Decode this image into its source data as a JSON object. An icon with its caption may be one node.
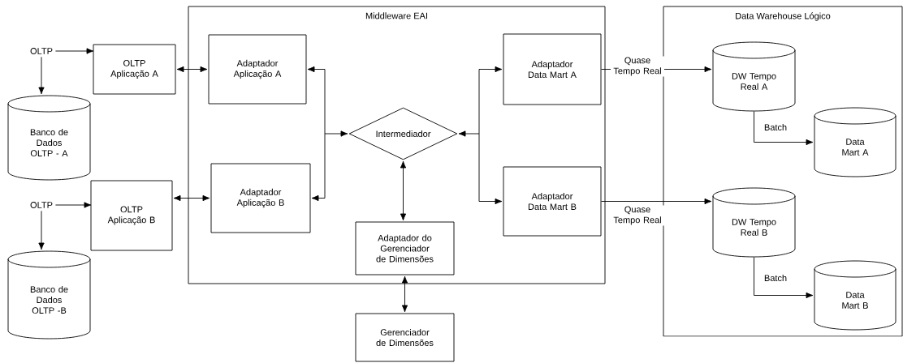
{
  "diagram": {
    "nodes": [
      {
        "text": [
          "OLTP"
        ]
      },
      {
        "text": [
          "OLTP Aplicação A"
        ]
      },
      {
        "text": [
          "Banco de Dados OLTP - A"
        ]
      },
      {
        "text": [
          "OLTP"
        ]
      },
      {
        "text": [
          "OLTP Aplicação B"
        ]
      },
      {
        "text": [
          "Banco de Dados OLTP -B"
        ]
      },
      {
        "text": [
          "Middleware EAI"
        ]
      },
      {
        "text": [
          "Adaptador Aplicação A"
        ],
        "in": 6
      },
      {
        "text": [
          "Adaptador Aplicação B"
        ],
        "in": 6
      },
      {
        "text": [
          "Intermediador"
        ],
        "in": 6
      },
      {
        "text": [
          "Adaptador Data Mart A"
        ],
        "in": 6
      },
      {
        "text": [
          "Adaptador Data Mart B"
        ],
        "in": 6
      },
      {
        "text": [
          "Adaptador do Gerenciador de Dimensões"
        ],
        "in": 6
      },
      {
        "text": [
          "Gerenciador de Dimensões"
        ]
      },
      {
        "text": [
          "Data Warehouse Lógico"
        ]
      },
      {
        "text": [
          "DW Tempo Real A"
        ],
        "in": 14
      },
      {
        "text": [
          "Data Mart A"
        ],
        "in": 14
      },
      {
        "text": [
          "DW Tempo Real B"
        ],
        "in": 14
      },
      {
        "text": [
          "Data Mart B"
        ],
        "in": 14
      }
    ],
    "edges": [
      {
        "from": 0,
        "to": 1,
        "arrow": "to"
      },
      {
        "from": 0,
        "to": 2,
        "arrow": "to"
      },
      {
        "from": 3,
        "to": 4,
        "arrow": "to"
      },
      {
        "from": 3,
        "to": 5,
        "arrow": "to"
      },
      {
        "from": 1,
        "to": 7,
        "arrow": "both"
      },
      {
        "from": 4,
        "to": 8,
        "arrow": "both"
      },
      {
        "from": 9,
        "to": 7,
        "arrow": "both"
      },
      {
        "from": 9,
        "to": 8,
        "arrow": "both"
      },
      {
        "from": 9,
        "to": 10,
        "arrow": "both"
      },
      {
        "from": 9,
        "to": 11,
        "arrow": "both"
      },
      {
        "from": 9,
        "to": 12,
        "arrow": "both"
      },
      {
        "from": 12,
        "to": 13,
        "arrow": "both"
      },
      {
        "from": 10,
        "to": 15,
        "arrow": "to",
        "label": "Quase Tempo Real"
      },
      {
        "from": 11,
        "to": 17,
        "arrow": "to",
        "label": "Quase Tempo Real"
      },
      {
        "from": 15,
        "to": 16,
        "arrow": "to",
        "label": "Batch"
      },
      {
        "from": 17,
        "to": 18,
        "arrow": "to",
        "label": "Batch"
      }
    ]
  }
}
